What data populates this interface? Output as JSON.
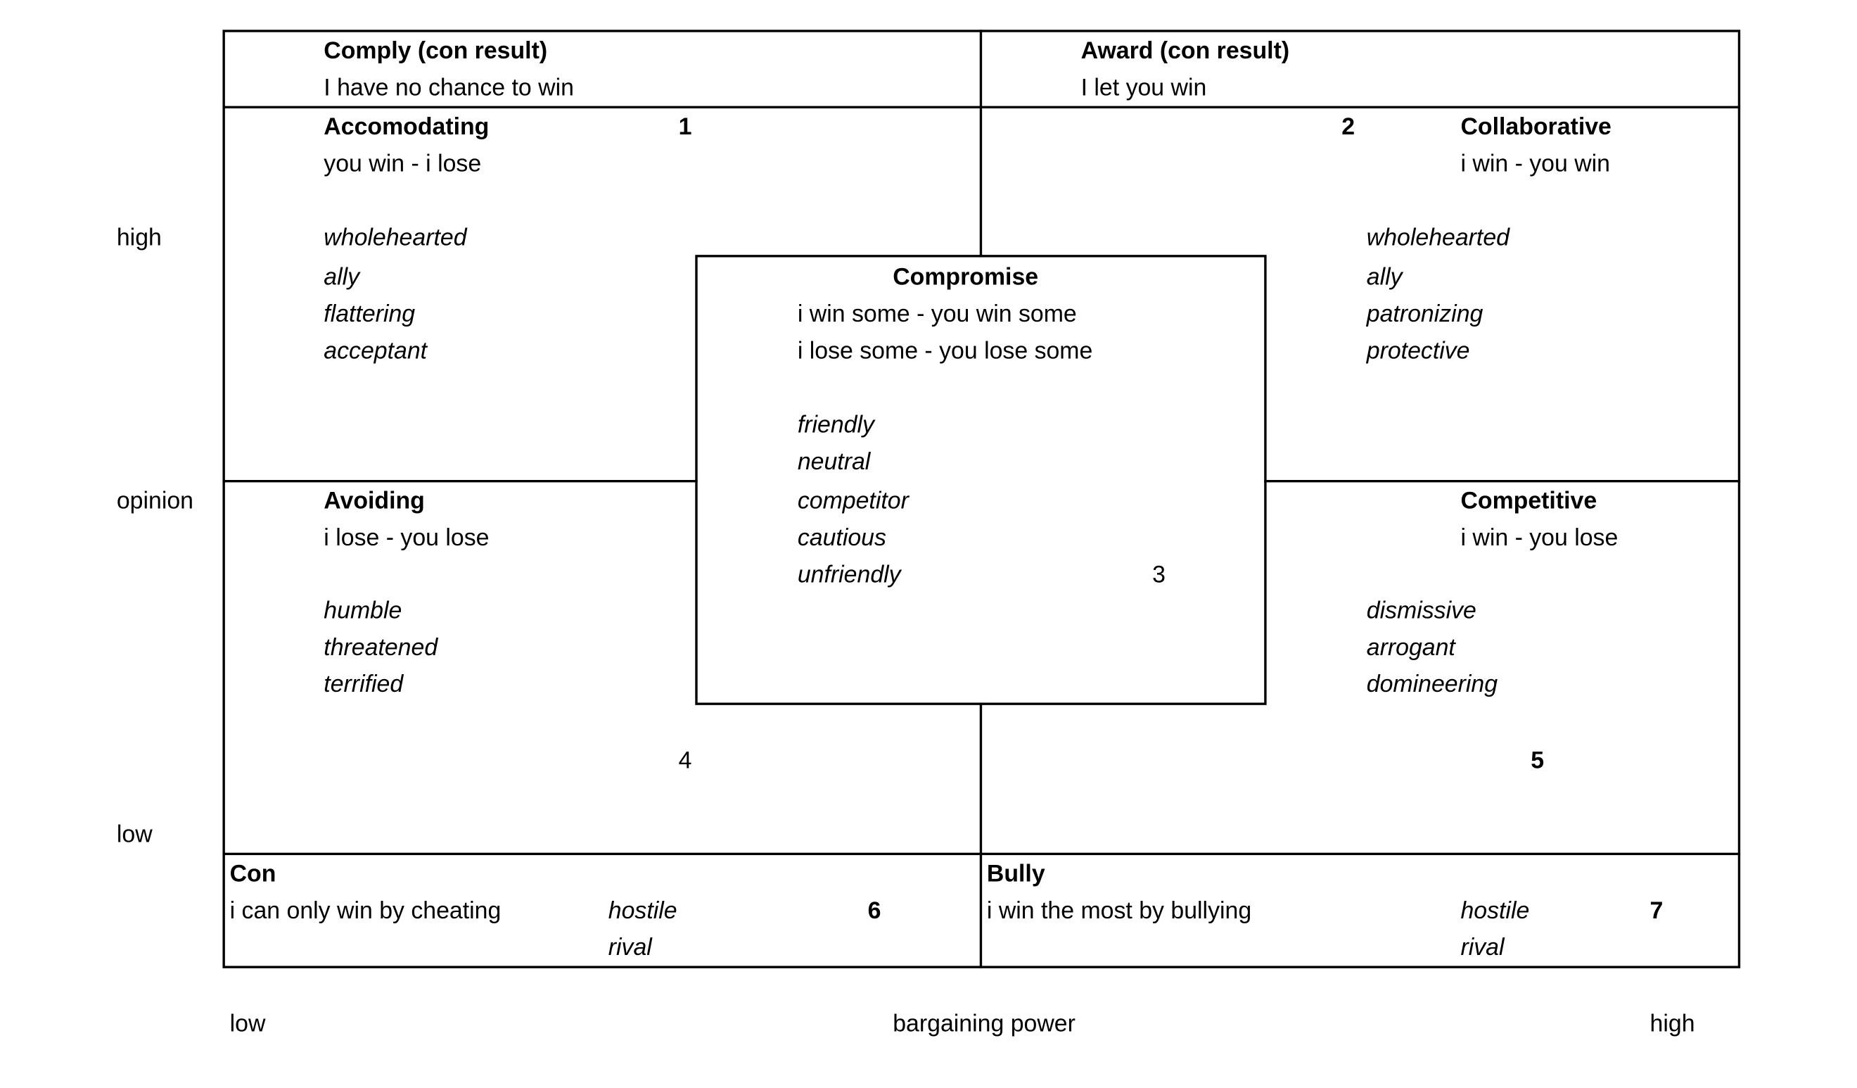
{
  "axes": {
    "y_title": "opinion",
    "y_high": "high",
    "y_low": "low",
    "x_title": "bargaining power",
    "x_low": "low",
    "x_high": "high"
  },
  "top_row": {
    "comply": {
      "title": "Comply (con result)",
      "text": "I have no chance to win"
    },
    "award": {
      "title": "Award (con result)",
      "text": "I let you win"
    }
  },
  "quadrants": {
    "accomodating": {
      "title": "Accomodating",
      "number": "1",
      "subtitle": "you win - i lose",
      "traits": [
        "wholehearted",
        "ally",
        "flattering",
        "acceptant"
      ]
    },
    "collaborative": {
      "title": "Collaborative",
      "number": "2",
      "subtitle": "i win - you win",
      "traits": [
        "wholehearted",
        "ally",
        "patronizing",
        "protective"
      ]
    },
    "avoiding": {
      "title": "Avoiding",
      "number": "4",
      "subtitle": "i lose - you lose",
      "traits": [
        "humble",
        "threatened",
        "terrified"
      ]
    },
    "competitive": {
      "title": "Competitive",
      "number": "5",
      "subtitle": "i win - you lose",
      "traits": [
        "dismissive",
        "arrogant",
        "domineering"
      ]
    }
  },
  "compromise": {
    "title": "Compromise",
    "line1": "i win some - you win some",
    "line2": "i lose some - you lose some",
    "traits": [
      "friendly",
      "neutral",
      "competitor",
      "cautious",
      "unfriendly"
    ],
    "number": "3"
  },
  "bottom_row": {
    "con": {
      "title": "Con",
      "text": "i can only win by cheating",
      "traits": [
        "hostile",
        "rival"
      ],
      "number": "6"
    },
    "bully": {
      "title": "Bully",
      "text": "i win the most by bullying",
      "traits": [
        "hostile",
        "rival"
      ],
      "number": "7"
    }
  }
}
